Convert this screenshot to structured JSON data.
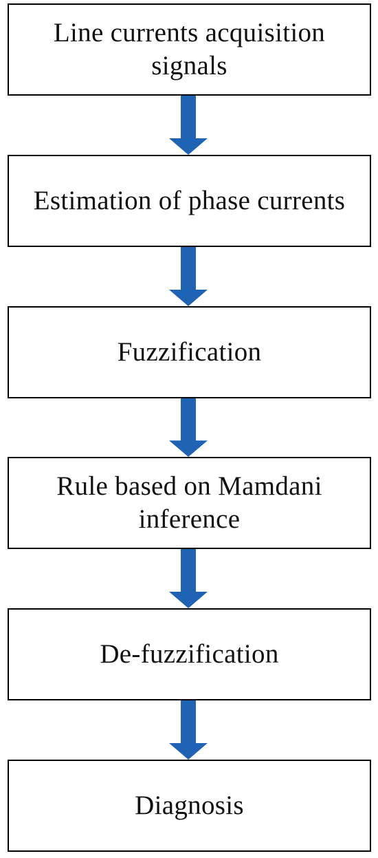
{
  "flowchart": {
    "steps": [
      "Line currents acquisition signals",
      "Estimation of phase currents",
      "Fuzzification",
      "Rule based on Mamdani inference",
      "De-fuzzification",
      "Diagnosis"
    ],
    "arrow_color": "#1f64b4",
    "box_border_color": "#000000"
  }
}
